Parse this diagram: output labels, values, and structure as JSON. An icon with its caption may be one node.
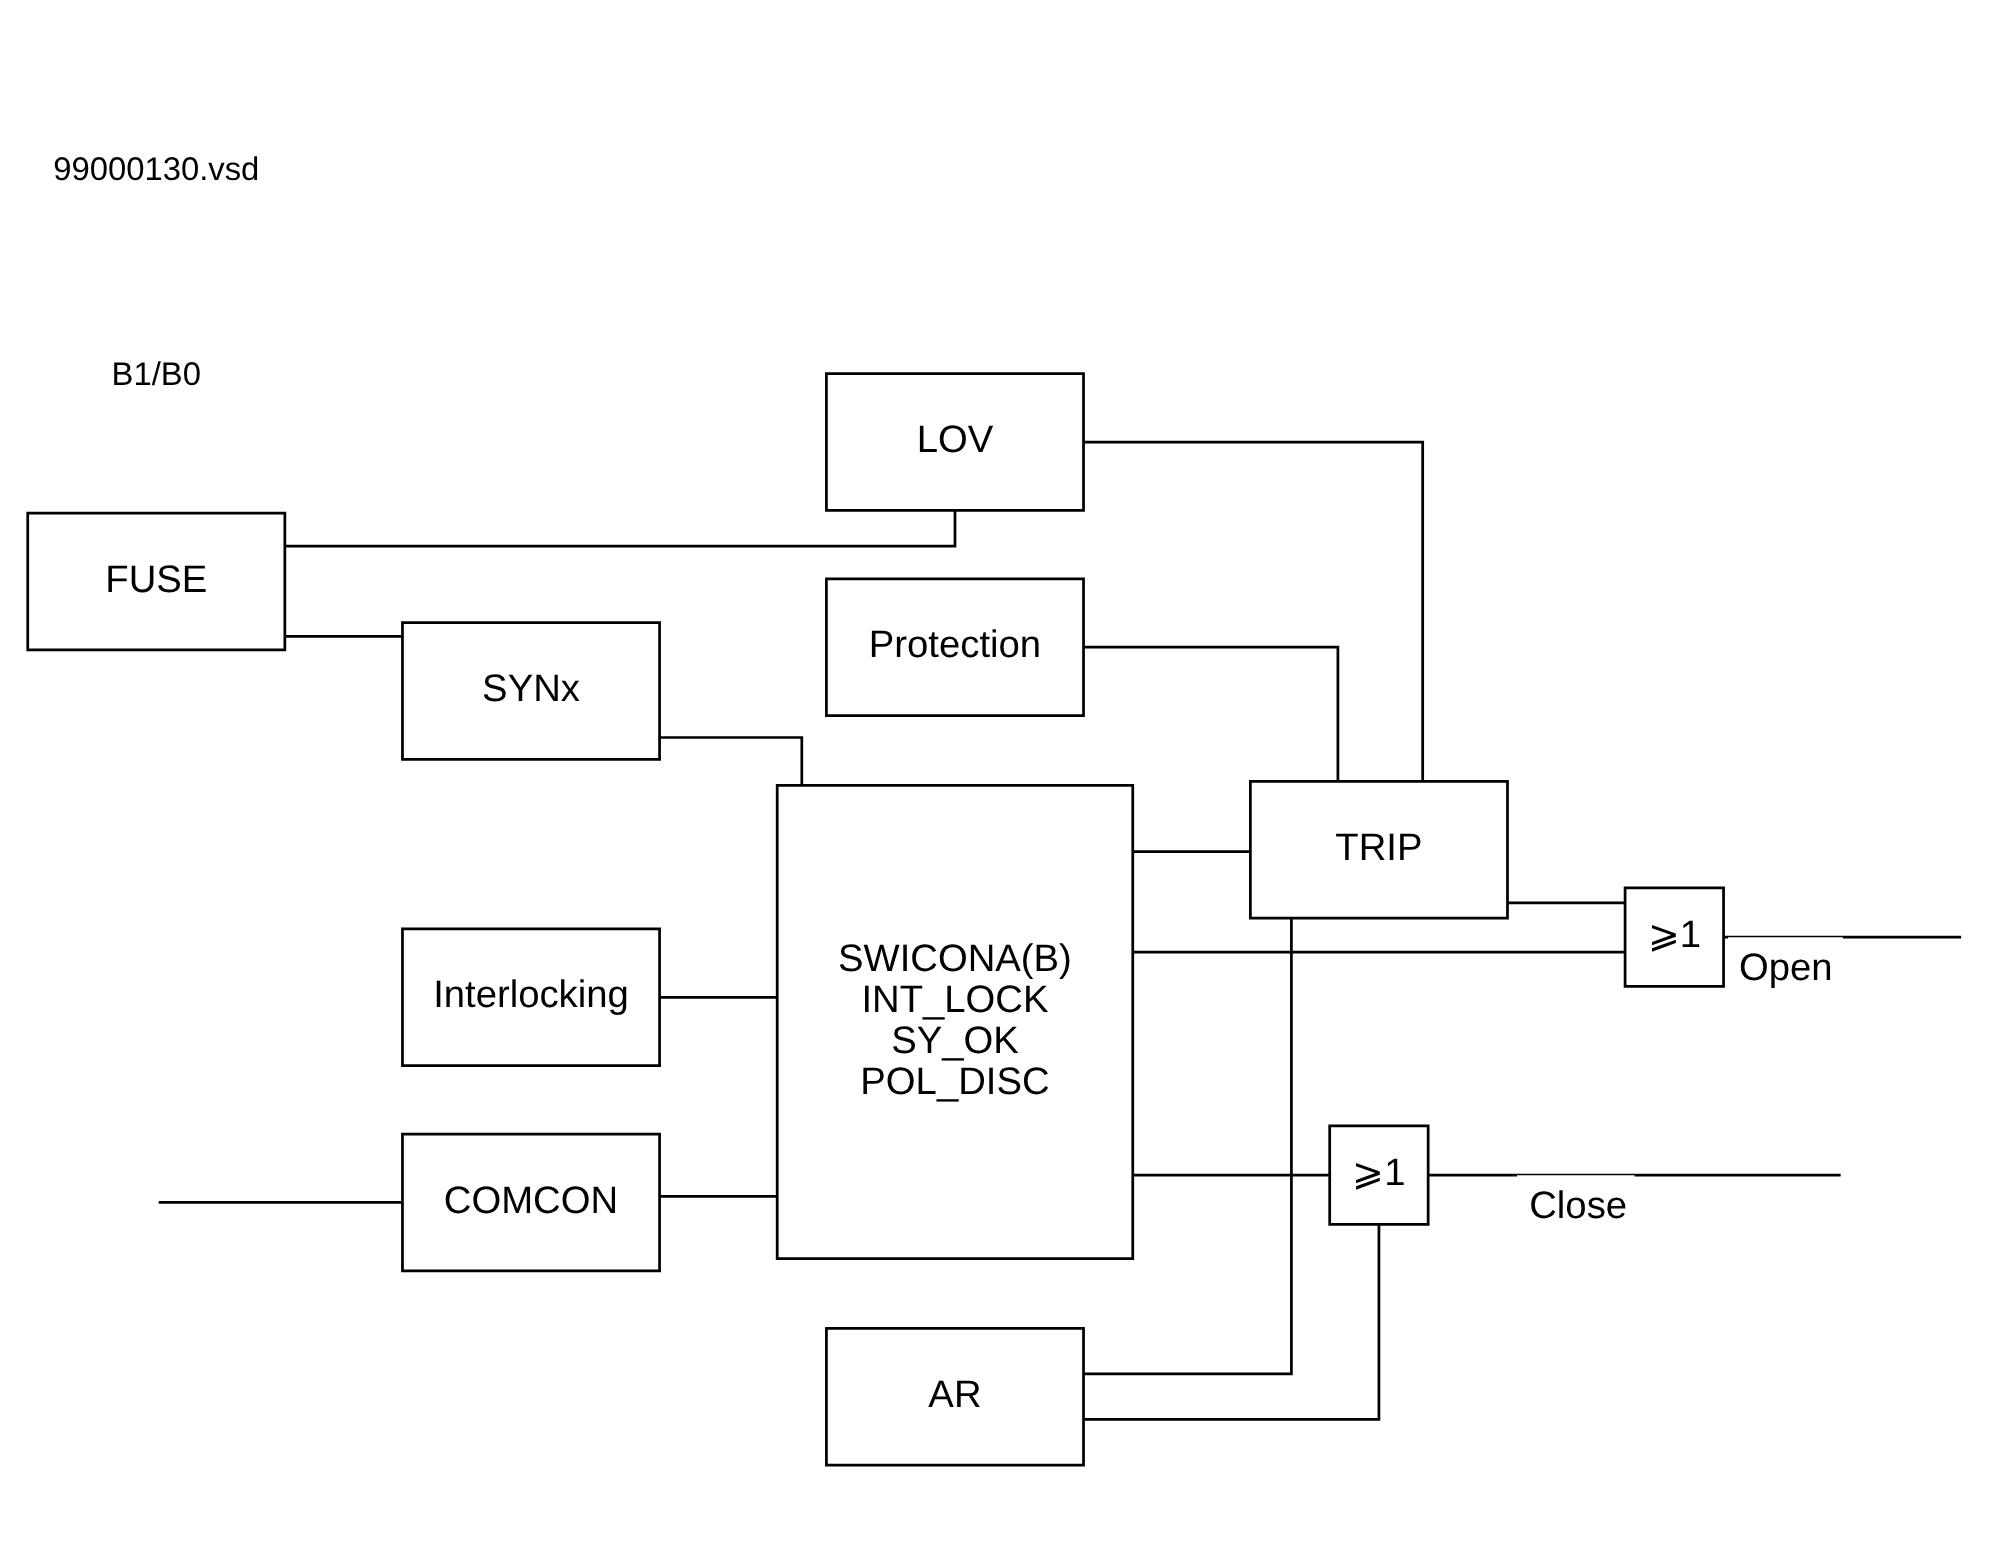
{
  "diagram": {
    "nodes": [
      {
        "text": [
          "COMCON"
        ]
      },
      {
        "text": [
          "SWICONA(B)",
          "INT_LOCK",
          "SY_OK",
          "POL_DISC"
        ]
      },
      {
        "text": [
          "⩾1"
        ]
      },
      {
        "text": [
          "Interlocking"
        ]
      },
      {
        "text": [
          "⩾1"
        ]
      },
      {
        "text": [
          "FUSE"
        ]
      },
      {
        "text": [
          "AR"
        ]
      },
      {
        "text": [
          "SYNx"
        ]
      },
      {
        "text": [
          "TRIP"
        ]
      },
      {
        "text": [
          "LOV"
        ]
      },
      {
        "text": [
          "Protection"
        ]
      }
    ],
    "edges": [
      {
        "from": null,
        "to": 0,
        "arrow": "none"
      },
      {
        "from": 0,
        "to": 1,
        "arrow": "none"
      },
      {
        "from": 3,
        "to": 1,
        "arrow": "none"
      },
      {
        "from": 7,
        "to": 1,
        "arrow": "none"
      },
      {
        "from": 1,
        "to": 2,
        "arrow": "none"
      },
      {
        "from": 1,
        "to": 4,
        "arrow": "none"
      },
      {
        "from": 1,
        "to": 8,
        "arrow": "none"
      },
      {
        "from": 5,
        "to": 7,
        "arrow": "none"
      },
      {
        "from": 5,
        "to": 9,
        "arrow": "none"
      },
      {
        "from": 6,
        "to": 8,
        "arrow": "none"
      },
      {
        "from": 6,
        "to": 4,
        "arrow": "none"
      },
      {
        "from": 9,
        "to": 8,
        "arrow": "none"
      },
      {
        "from": 10,
        "to": 8,
        "arrow": "none"
      },
      {
        "from": 8,
        "to": 2,
        "arrow": "none"
      },
      {
        "from": 2,
        "to": null,
        "label": "Open",
        "arrow": "none"
      },
      {
        "from": 4,
        "to": null,
        "label": "Close",
        "arrow": "none"
      }
    ],
    "labels": [
      "B1/B0",
      "99000130.vsd"
    ]
  }
}
